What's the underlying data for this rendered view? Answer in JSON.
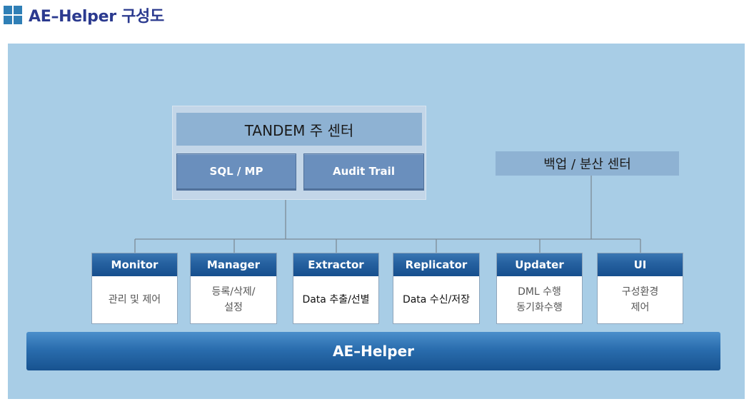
{
  "header": {
    "title": "AE–Helper 구성도",
    "icon": "grid-icon"
  },
  "tandem": {
    "title": "TANDEM 주 센터",
    "boxes": [
      "SQL / MP",
      "Audit Trail"
    ]
  },
  "backup": {
    "label": "백업 / 분산 센터"
  },
  "modules": [
    {
      "name": "Monitor",
      "desc": "관리 및 제어"
    },
    {
      "name": "Manager",
      "desc": "등록/삭제/\n설정"
    },
    {
      "name": "Extractor",
      "desc": "Data 추출/선별"
    },
    {
      "name": "Replicator",
      "desc": "Data 수신/저장"
    },
    {
      "name": "Updater",
      "desc": "DML 수행\n동기화수행"
    },
    {
      "name": "UI",
      "desc": "구성환경\n제어"
    }
  ],
  "base": {
    "label": "AE–Helper"
  },
  "colors": {
    "background": "#a8cde6",
    "module_header": "#1f5c9c",
    "title": "#2b3a8f"
  }
}
